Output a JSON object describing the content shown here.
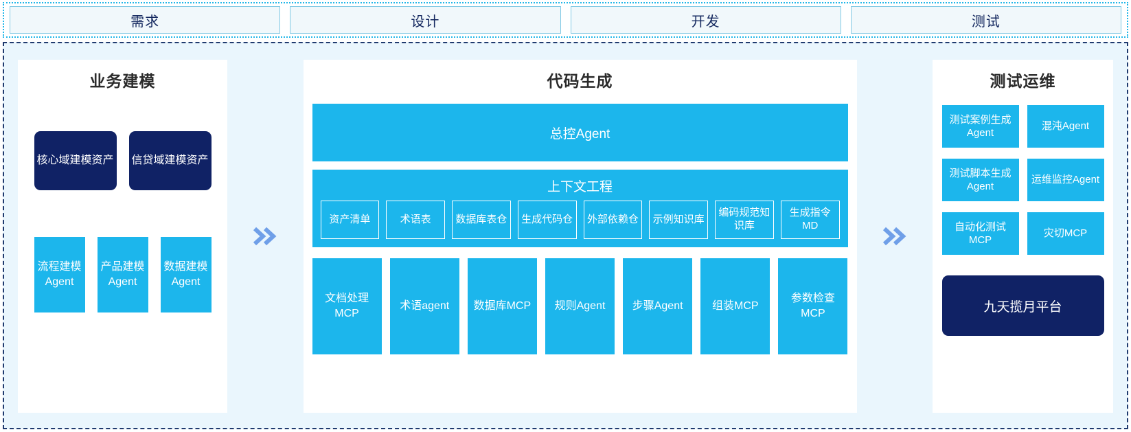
{
  "phases": [
    {
      "label": "需求"
    },
    {
      "label": "设计"
    },
    {
      "label": "开发"
    },
    {
      "label": "测试"
    }
  ],
  "arrows": {
    "left_arrow_name": "double-chevron-right-icon",
    "right_arrow_name": "double-chevron-right-icon",
    "color": "#6f9fe8"
  },
  "colors": {
    "cyan": "#1cb6ec",
    "navy": "#102265",
    "stage_background": "#eaf6fd",
    "panel_background": "#ffffff",
    "phase_fill": "#f1f8fb",
    "phase_border": "#7ec8e3",
    "phase_text": "#13275e",
    "outer_dotted_border": "#1fb6e8",
    "stage_dashed_border": "#1f3a6e"
  },
  "panels": {
    "business_modeling": {
      "title": "业务建模",
      "assets": [
        {
          "label": "核心域建模资产"
        },
        {
          "label": "信贷域建模资产"
        }
      ],
      "agents": [
        {
          "label": "流程建模Agent"
        },
        {
          "label": "产品建模Agent"
        },
        {
          "label": "数据建模Agent"
        }
      ]
    },
    "code_generation": {
      "title": "代码生成",
      "master_agent": "总控Agent",
      "context_engineering": {
        "title": "上下文工程",
        "items": [
          {
            "label": "资产清单"
          },
          {
            "label": "术语表"
          },
          {
            "label": "数据库表仓"
          },
          {
            "label": "生成代码仓"
          },
          {
            "label": "外部依赖仓"
          },
          {
            "label": "示例知识库"
          },
          {
            "label": "编码规范知识库"
          },
          {
            "label": "生成指令MD"
          }
        ]
      },
      "tools": [
        {
          "label": "文档处理MCP"
        },
        {
          "label": "术语agent"
        },
        {
          "label": "数据库MCP"
        },
        {
          "label": "规则Agent"
        },
        {
          "label": "步骤Agent"
        },
        {
          "label": "组装MCP"
        },
        {
          "label": "参数检查MCP"
        }
      ]
    },
    "test_ops": {
      "title": "测试运维",
      "items": [
        {
          "label": "测试案例生成Agent"
        },
        {
          "label": "混沌Agent"
        },
        {
          "label": "测试脚本生成Agent"
        },
        {
          "label": "运维监控Agent"
        },
        {
          "label": "自动化测试MCP"
        },
        {
          "label": "灾切MCP"
        }
      ],
      "platform": "九天揽月平台"
    }
  }
}
